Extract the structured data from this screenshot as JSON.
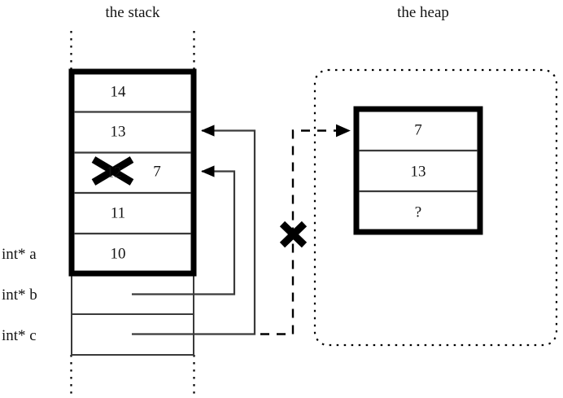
{
  "diagram": {
    "titles": {
      "stack": "the stack",
      "heap": "the heap"
    },
    "stack": {
      "cells": [
        {
          "value": "14"
        },
        {
          "value": "13"
        },
        {
          "value": "12",
          "struck": true,
          "replacement": "7"
        },
        {
          "value": "11"
        },
        {
          "value": "10"
        }
      ],
      "variables": [
        {
          "label": "int* a"
        },
        {
          "label": "int* b"
        },
        {
          "label": "int* c"
        }
      ]
    },
    "heap": {
      "cells": [
        {
          "value": "7"
        },
        {
          "value": "13"
        },
        {
          "value": "?"
        }
      ]
    },
    "annotations": {
      "cross_out_stack_cell": "X",
      "cross_out_heap_pointer": "X"
    },
    "colors": {
      "stroke": "#000000",
      "thin_stroke": "#3a3a3a",
      "text": "#141414",
      "background": "#ffffff"
    }
  }
}
